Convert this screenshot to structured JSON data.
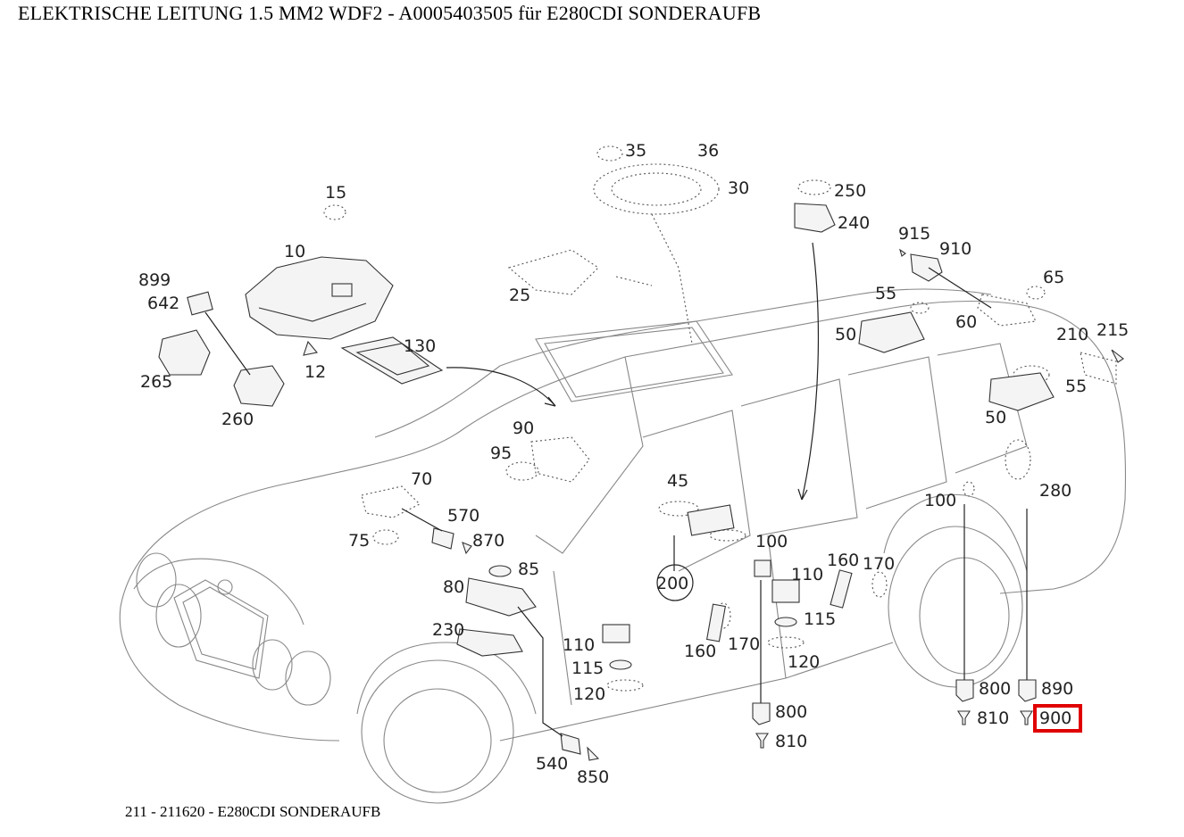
{
  "page": {
    "title": "ELEKTRISCHE LEITUNG 1.5 MM2 WDF2 - A0005403505 für E280CDI SONDERAUFB",
    "footer": "211 - 211620 - E280CDI SONDERAUFB"
  },
  "diagram": {
    "highlighted_callout": "900",
    "highlight_color": "#e00000",
    "callouts": [
      "35",
      "36",
      "30",
      "15",
      "250",
      "240",
      "915",
      "910",
      "10",
      "25",
      "899",
      "642",
      "65",
      "55",
      "60",
      "50",
      "210",
      "215",
      "130",
      "12",
      "265",
      "260",
      "90",
      "95",
      "55",
      "50",
      "70",
      "45",
      "280",
      "100",
      "570",
      "870",
      "85",
      "100",
      "110",
      "160",
      "170",
      "200",
      "80",
      "115",
      "75",
      "230",
      "110",
      "160",
      "170",
      "115",
      "120",
      "120",
      "800",
      "890",
      "810",
      "900",
      "800",
      "810",
      "540",
      "850"
    ]
  }
}
